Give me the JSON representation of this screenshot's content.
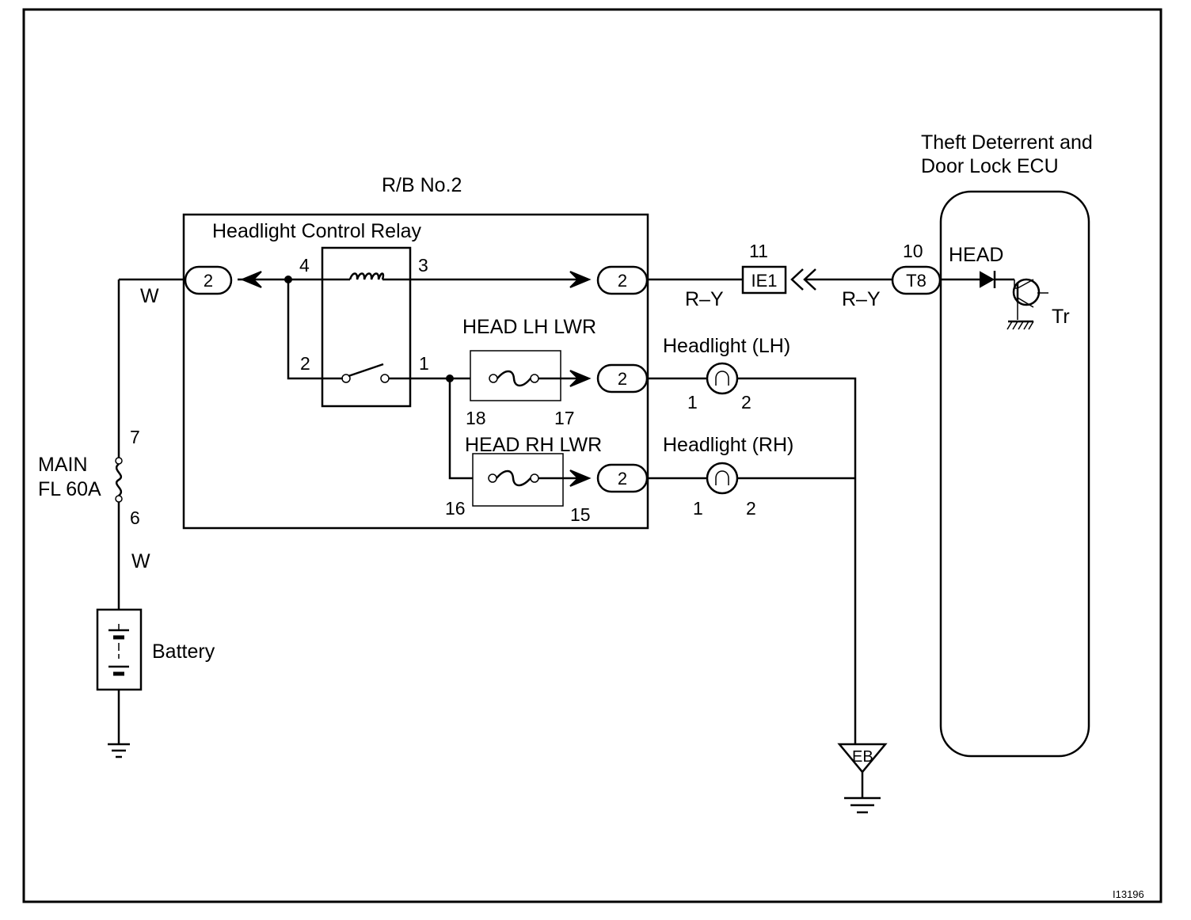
{
  "labels": {
    "rb": "R/B No.2",
    "relay": "Headlight Control Relay",
    "ecu_line1": "Theft Deterrent and",
    "ecu_line2": "Door Lock ECU",
    "head_signal": "HEAD",
    "tr": "Tr",
    "head_lh_lwr": "HEAD LH LWR",
    "head_rh_lwr": "HEAD RH LWR",
    "headlight_lh": "Headlight (LH)",
    "headlight_rh": "Headlight (RH)",
    "main_fuse_1": "MAIN",
    "main_fuse_2": "FL 60A",
    "battery": "Battery",
    "ground_eb": "EB",
    "figure_id": "I13196"
  },
  "wires": {
    "w_top": "W",
    "w_bottom": "W",
    "ry_left": "R–Y",
    "ry_right": "R–Y"
  },
  "pins": {
    "relay_4": "4",
    "relay_3": "3",
    "relay_2": "2",
    "relay_1": "1",
    "fuse_lh_18": "18",
    "fuse_lh_17": "17",
    "fuse_rh_16": "16",
    "fuse_rh_15": "15",
    "lh_1": "1",
    "lh_2": "2",
    "rh_1": "1",
    "rh_2": "2",
    "fuse_7": "7",
    "fuse_6": "6",
    "ie1_11": "11",
    "t8_10": "10"
  },
  "connectors": {
    "c_left": "2",
    "c_top": "2",
    "c_lh": "2",
    "c_rh": "2",
    "ie1": "IE1",
    "t8": "T8"
  }
}
